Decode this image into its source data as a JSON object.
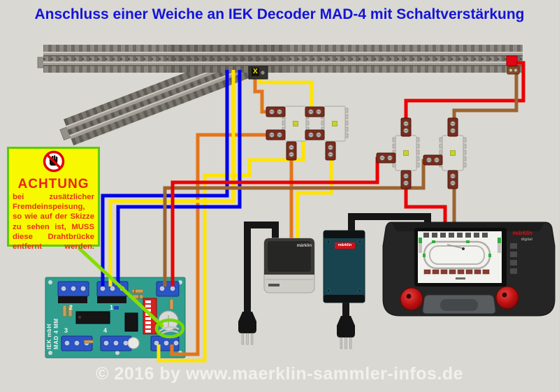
{
  "title": "Anschluss einer Weiche an IEK Decoder MAD-4 mit Schaltverstärkung",
  "copyright": "© 2016 by www.maerklin-sammler-infos.de",
  "warning": {
    "icon": "no-touching-hand-icon",
    "heading": "ACHTUNG",
    "lines": [
      "bei zusätzlicher",
      "Fremdeinspeisung,",
      "so wie auf der Skizze",
      "zu sehen ist, MUSS",
      "diese Drahtbrücke",
      "entfernt werden."
    ]
  },
  "decoder": {
    "maker_label": "IEK mbH",
    "model_label": "MAD 4 MM",
    "port_numbers": [
      "2",
      "1",
      "3",
      "4"
    ]
  },
  "turnout_module": {
    "symbol": "X"
  },
  "transformer": {
    "brand": "märklin"
  },
  "power_supply": {
    "brand": "märklin"
  },
  "central_station": {
    "brand": "märklin",
    "brand_suffix": "digital"
  },
  "colors": {
    "background": "#d9d8d3",
    "title_text": "#1414d8",
    "copyright_text": "#f2f1ea",
    "warning_bg": "#f8f800",
    "warning_border": "#5ecc00",
    "warning_text": "#e83210",
    "highlight_green": "#82dd00",
    "wire_blue": "#0000e4",
    "wire_yellow": "#ffe400",
    "wire_orange": "#e2761b",
    "wire_red": "#ea0000",
    "wire_brown": "#9c6430",
    "cable_black": "#161616",
    "pcb_green": "#2f9e8f",
    "terminal_blue": "#2a55c8",
    "lug_dark_red": "#7b2b1c",
    "knob_red": "#c01010"
  }
}
